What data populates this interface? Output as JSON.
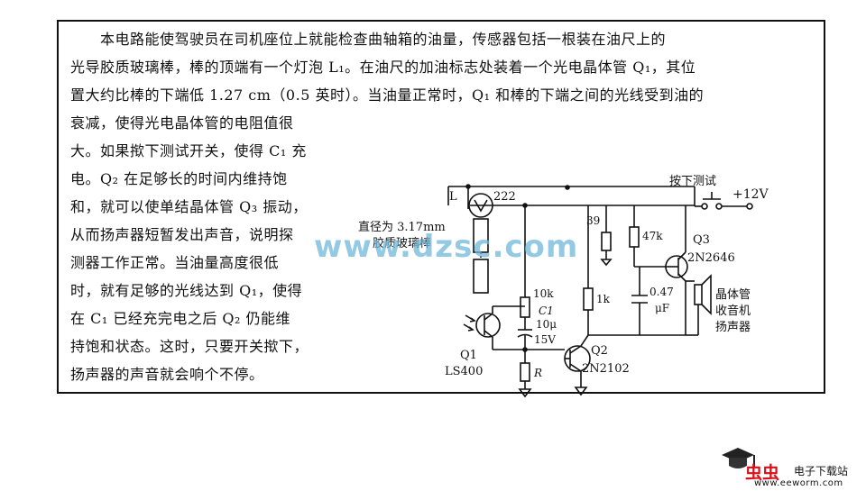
{
  "description_lines": [
    "　　本电路能使驾驶员在司机座位上就能检查曲轴箱的油量，传感器包括一根装在油尺上的",
    "光导胶质玻璃棒，棒的顶端有一个灯泡 L₁。在油尺的加油标志处装着一个光电晶体管 Q₁，其位",
    "置大约比棒的下端低 1.27 cm（0.5 英时）。当油量正常时，Q₁ 和棒的下端之间的光线受到油的"
  ],
  "column_lines": [
    "衰减，使得光电晶体管的电阻值很",
    "大。如果揿下测试开关，使得 C₁ 充",
    "电。Q₂ 在足够长的时间内维持饱",
    "和，就可以使单结晶体管 Q₃ 振动，",
    "从而扬声器短暂发出声音，说明探",
    "测器工作正常。当油量高度很低",
    "时，就有足够的光线达到 Q₁，使得",
    "在 C₁ 已经充完电之后 Q₂ 仍能维",
    "持饱和状态。这时，只要开关揿下，",
    "扬声器的声音就会响个不停。"
  ],
  "diagram": {
    "lamp_label": "L",
    "lamp_part": "222",
    "rod_label_line1": "直径为 3.17mm",
    "rod_label_line2": "胶质玻璃棒",
    "test_switch": "按下测试",
    "supply": "+12V",
    "r39": "39",
    "r47k": "47k",
    "r10k": "10k",
    "c1_label": "C1",
    "c1_value_a": "10μ",
    "c1_value_b": "15V",
    "r1k": "1k",
    "cap_value_a": "0.47",
    "cap_value_b": "μF",
    "q1_label": "Q1",
    "q1_part": "LS400",
    "q2_label": "Q2",
    "q2_part": "2N2102",
    "q3_label": "Q3",
    "q3_part": "2N2646",
    "r_label": "R",
    "speaker_line1": "晶体管",
    "speaker_line2": "收音机",
    "speaker_line3": "扬声器"
  },
  "watermark": "www.dzsc.com",
  "brand": {
    "logo_text": "虫虫",
    "name": "电子下载站",
    "url": "www.eeworm.com",
    "logo_color": "#d8101a"
  }
}
